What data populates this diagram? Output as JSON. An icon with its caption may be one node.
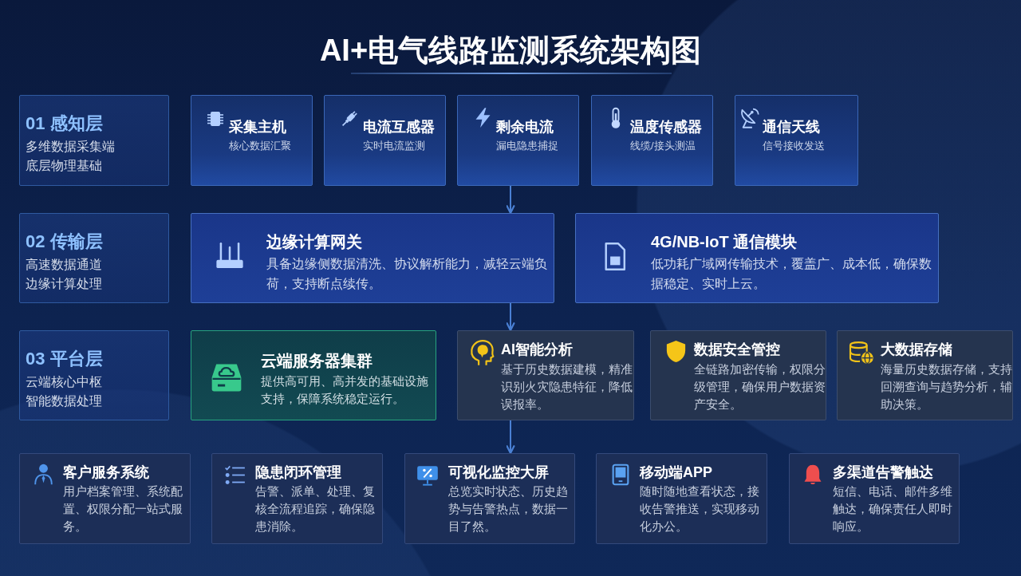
{
  "diagram": {
    "title": "AI+电气线路监测系统架构图",
    "nodes": [
      {
        "text": [
          "01 感知层",
          "多维数据采集端",
          "底层物理基础"
        ]
      },
      {
        "text": [
          "采集主机",
          "核心数据汇聚"
        ]
      },
      {
        "text": [
          "电流互感器",
          "实时电流监测"
        ]
      },
      {
        "text": [
          "剩余电流",
          "漏电隐患捕捉"
        ]
      },
      {
        "text": [
          "温度传感器",
          "线缆/接头测温"
        ]
      },
      {
        "text": [
          "通信天线",
          "信号接收发送"
        ]
      },
      {
        "text": [
          "02 传输层",
          "高速数据通道",
          "边缘计算处理"
        ]
      },
      {
        "text": [
          "边缘计算网关",
          "具备边缘侧数据清洗、协议解析能力，减轻云端负荷，支持断点续传。"
        ]
      },
      {
        "text": [
          "4G/NB-IoT 通信模块",
          "低功耗广域网传输技术，覆盖广、成本低，确保数据稳定、实时上云。"
        ]
      },
      {
        "text": [
          "03 平台层",
          "云端核心中枢",
          "智能数据处理"
        ]
      },
      {
        "text": [
          "云端服务器集群",
          "提供高可用、高并发的基础设施支持，保障系统稳定运行。"
        ]
      },
      {
        "text": [
          "AI智能分析",
          "基于历史数据建模，精准识别火灾隐患特征，降低误报率。"
        ]
      },
      {
        "text": [
          "数据安全管控",
          "全链路加密传输，权限分级管理，确保用户数据资产安全。"
        ]
      },
      {
        "text": [
          "大数据存储",
          "海量历史数据存储，支持回溯查询与趋势分析，辅助决策。"
        ]
      },
      {
        "text": [
          "客户服务系统",
          "用户档案管理、系统配置、权限分配一站式服务。"
        ]
      },
      {
        "text": [
          "隐患闭环管理",
          "告警、派单、处理、复核全流程追踪，确保隐患消除。"
        ]
      },
      {
        "text": [
          "可视化监控大屏",
          "总览实时状态、历史趋势与告警热点，数据一目了然。"
        ]
      },
      {
        "text": [
          "移动端APP",
          "随时随地查看状态，接收告警推送，实现移动化办公。"
        ]
      },
      {
        "text": [
          "多渠道告警触达",
          "短信、电话、邮件多维触达，确保责任人即时响应。"
        ]
      }
    ],
    "edges": [
      {
        "from": 3,
        "to": 7,
        "arrow": "to"
      },
      {
        "from": 7,
        "to": 11,
        "arrow": "to"
      },
      {
        "from": 11,
        "to": 16,
        "arrow": "to"
      }
    ]
  }
}
